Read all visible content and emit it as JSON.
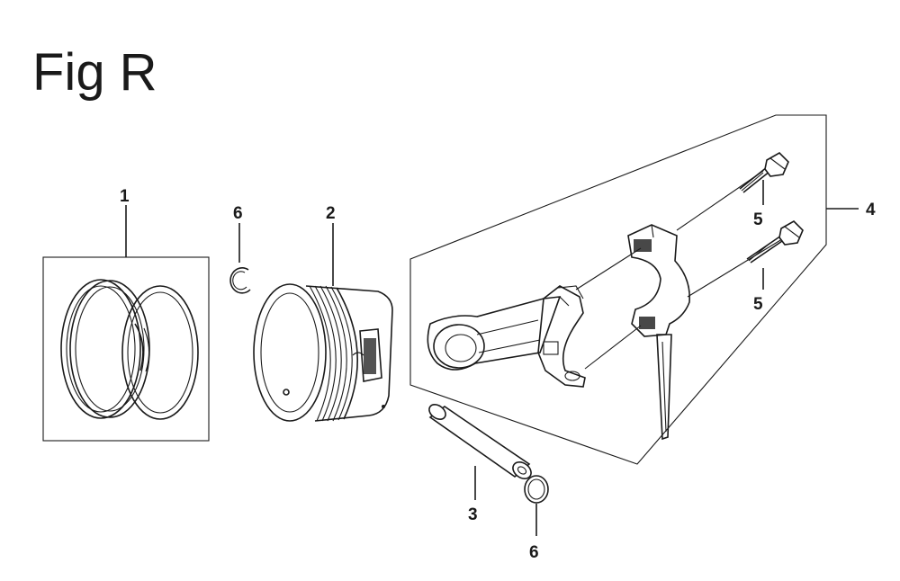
{
  "figure": {
    "title": "Fig R"
  },
  "callouts": {
    "c1": "1",
    "c2": "2",
    "c3": "3",
    "c4": "4",
    "c5a": "5",
    "c5b": "5",
    "c6a": "6",
    "c6b": "6"
  }
}
